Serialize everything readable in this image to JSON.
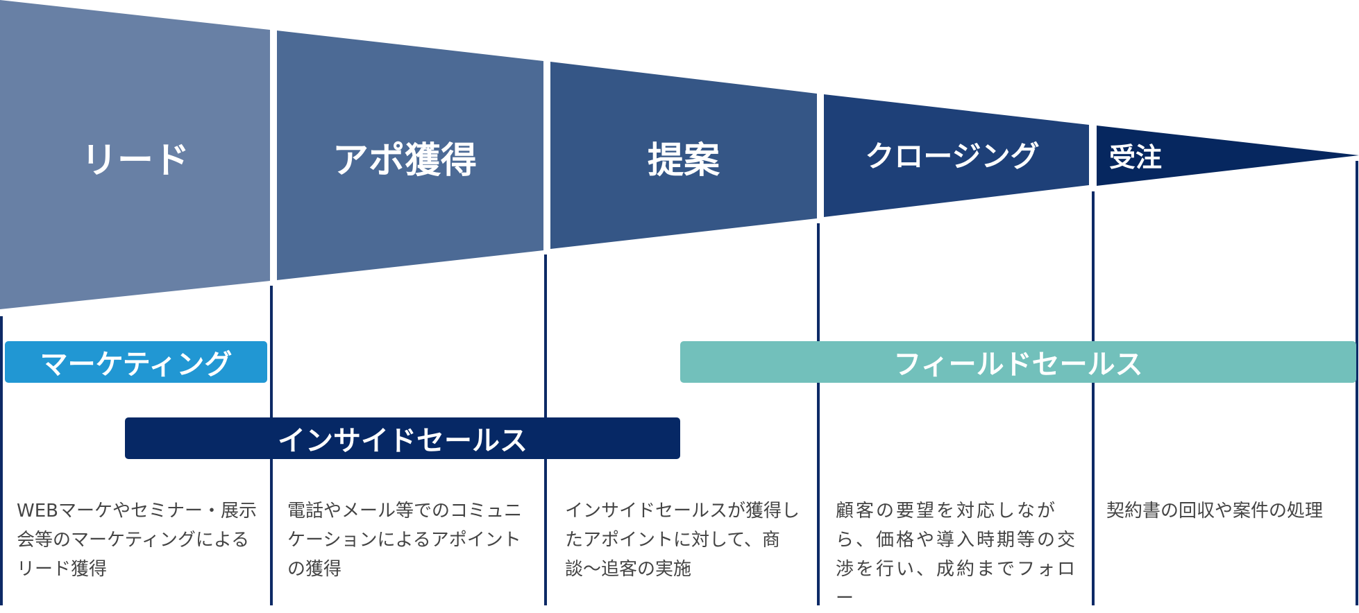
{
  "stages": [
    {
      "label": "リード",
      "color": "#6880a5"
    },
    {
      "label": "アポ獲得",
      "color": "#4c6a95"
    },
    {
      "label": "提案",
      "color": "#355686"
    },
    {
      "label": "クロージング",
      "color": "#1e4078"
    },
    {
      "label": "受注",
      "color": "#06275f"
    }
  ],
  "roles": {
    "marketing": {
      "label": "マーケティング",
      "color": "#2197d3"
    },
    "field_sales": {
      "label": "フィールドセールス",
      "color": "#72c0bb"
    },
    "inside_sales": {
      "label": "インサイドセールス",
      "color": "#062865"
    }
  },
  "descriptions": [
    "WEBマーケやセミナー・展示会等のマーケティングによるリード獲得",
    "電話やメール等でのコミュニケーションによるアポイントの獲得",
    "インサイドセールスが獲得したアポイントに対して、商談〜追客の実施",
    "顧客の要望を対応しながら、価格や導入時期等の交渉を行い、成約までフォロー",
    "契約書の回収や案件の処理"
  ],
  "divider_color": "#0d2a66"
}
